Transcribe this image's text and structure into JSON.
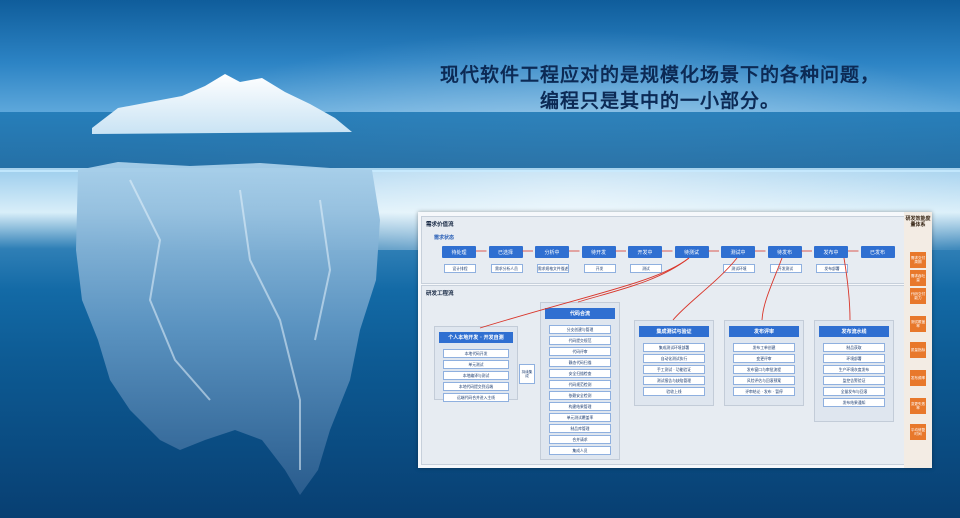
{
  "headline": {
    "line1": "现代软件工程应对的是规模化场景下的各种问题，",
    "line2": "编程只是其中的一小部分。"
  },
  "diagram": {
    "value_stream": {
      "title": "需求价值流",
      "subtitle": "需求状态",
      "stages": [
        "待处理",
        "已选择",
        "分析中",
        "待开发",
        "开发中",
        "待测试",
        "测试中",
        "待发布",
        "发布中",
        "已发布"
      ],
      "stage_notes": [
        "设计排程",
        "需求分析人员",
        "需求规格文件描述",
        "开发",
        "测试",
        "",
        "测试环境",
        "开发测试",
        "发布部署",
        ""
      ]
    },
    "engineering_flow": {
      "title": "研发工程流",
      "bridge": "持续集成",
      "boxes": [
        {
          "title": "个人本地开发 · 开发自测",
          "items": [
            "本地代码开发",
            "单元测试",
            "本地编译与测试",
            "本地代码提交到远端",
            "远端代码合并进入主线"
          ]
        },
        {
          "title": "代码合流",
          "items": [
            "分支创建与管理",
            "代码提交规范",
            "代码评审",
            "静态代码扫描",
            "安全扫描检查",
            "代码规范检测",
            "依赖安全检测",
            "构建结果管理",
            "单元测试覆盖率",
            "制品库管理",
            "合并请求",
            "集成人员"
          ]
        },
        {
          "title": "集成测试与验证",
          "items": [
            "集成测试环境部署",
            "自动化测试执行",
            "手工测试 · 功能验证",
            "测试报告与缺陷管理",
            "验收上线"
          ]
        },
        {
          "title": "发布评审",
          "items": [
            "发布工单创建",
            "变更评审",
            "发布窗口与审批流程",
            "风险评估与回滚预案",
            "评审结论 · 发布 · 暂停"
          ]
        },
        {
          "title": "发布流水线",
          "items": [
            "制品获取",
            "环境部署",
            "生产环境灰度发布",
            "监控告警验证",
            "全量发布与回滚",
            "发布结果通知"
          ]
        }
      ]
    },
    "side": {
      "title": "研发效能度量体系",
      "tags": [
        "需求交付周期",
        "需求吞吐量",
        "代码交付能力",
        "测试覆盖率",
        "质量指标",
        "发布频率",
        "变更失败率",
        "平均修复时间"
      ]
    },
    "colors": {
      "stage": "#2f6fd1",
      "arrow": "#d9362b",
      "side_tag": "#e8782b"
    }
  }
}
